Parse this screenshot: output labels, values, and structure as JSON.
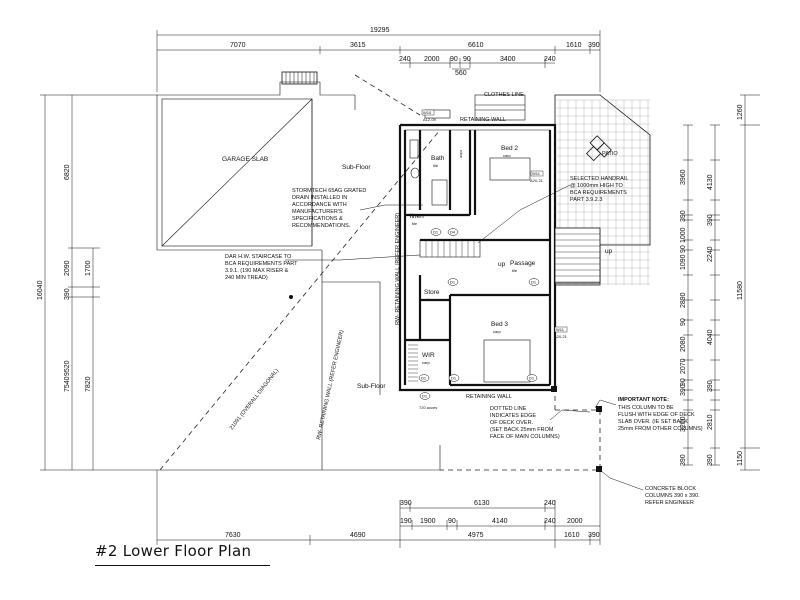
{
  "title": "#2 Lower Floor Plan",
  "top_dimensions": {
    "overall": "19295",
    "row2": [
      "7070",
      "3615",
      "6610",
      "1610",
      "390"
    ],
    "row3": [
      "240",
      "2000",
      "90",
      "90",
      "3400",
      "240"
    ],
    "row4": "560"
  },
  "bottom_dimensions": {
    "row1": [
      "390",
      "6130",
      "240"
    ],
    "row2": [
      "190",
      "1900",
      "90",
      "4140",
      "240",
      "2000"
    ],
    "row3": [
      "7630",
      "4690",
      "4975",
      "1610",
      "390"
    ]
  },
  "left_dimensions": {
    "overall": "16040",
    "outer": [
      "6820",
      "2090",
      "390",
      "9520"
    ],
    "inner": [
      "1700",
      "7540",
      "7820"
    ]
  },
  "right_dimensions": {
    "col1": [
      "3960",
      "390",
      "1000",
      "90",
      "1090",
      "2890",
      "90",
      "2080",
      "2070",
      "90",
      "390",
      "3200",
      "390"
    ],
    "col2": [
      "4130",
      "390",
      "2240",
      "4040",
      "390",
      "2810",
      "390"
    ],
    "col3": [
      "1260",
      "11580",
      "1150"
    ]
  },
  "rooms": {
    "garage_slab": "GARAGE SLAB",
    "subfloor_top": "Sub-Floor",
    "subfloor_bottom": "Sub-Floor",
    "bath": "Bath",
    "bath_finish": "tile",
    "robe": "robe",
    "bed2": "Bed 2",
    "bed2_finish": "carp",
    "bed3": "Bed 3",
    "bed3_finish": "carp",
    "linen": "linen",
    "linen_finish": "tile",
    "store": "Store",
    "store_finish": "tile",
    "wir": "WIR",
    "wir_finish": "carp",
    "passage": "Passage",
    "passage_finish": "tile",
    "up_stair": "up",
    "up_deck": "up",
    "patio": "PATIO",
    "clothes_line": "CLOTHES LINE"
  },
  "walls": {
    "retaining_top": "RETAINING WALL",
    "retaining_bottom": "RETAINING WALL",
    "rw_vertical": "RW- RETAINING WALL (REFER ENGINEER)",
    "rw_diagonal": "RW- RETAINING WALL (REFER ENGINEER)",
    "diagonal_overall": "21091 (OVERALL DIAGONAL)"
  },
  "notes": {
    "stormtech": [
      "STORMTECH 65AG GRATED",
      "DRAIN INSTALLED IN",
      "ACCORDANCE WITH",
      "MANUFACTURER'S",
      "SPECIFICATIONS &",
      "RECOMMENDATIONS."
    ],
    "staircase": [
      "DAR H.W. STAIRCASE TO",
      "BCA REQUIREMENTS PART",
      "3.9.1. (190 MAX RISER &",
      "240 MIN TREAD)"
    ],
    "handrail": [
      "SELECTED HANDRAIL",
      "@ 1000mm HIGH TO",
      "BCA REQUIREMENTS",
      "PART 3.9.2.3"
    ],
    "important_heading": "IMPORTANT NOTE:",
    "important": [
      "THIS COLUMN TO BE",
      "FLUSH WITH EDGE OF DECK",
      "SLAB OVER. (IE SET BACK",
      "25mm FROM OTHER COLUMNS)"
    ],
    "dotted": [
      "DOTTED LINE",
      "INDICATES EDGE",
      "OF DECK OVER.",
      "(SET BACK 25mm FROM",
      "FACE OF MAIN COLUMNS)"
    ],
    "concrete": [
      "CONCRETE BLOCK",
      "COLUMNS 390 x 390.",
      "REFER ENGINEER"
    ]
  },
  "tags": {
    "window_top": "W10",
    "window_top_size": "A12-09",
    "window_bed2": "W11",
    "window_bed2_size": "A20-21",
    "window_bed3": "W11",
    "window_bed3_size": "A20-21",
    "door_access": "720 acces",
    "circle_labels": [
      "D4",
      "D1",
      "D1",
      "D1",
      "D1",
      "D1",
      "D1",
      "D1"
    ]
  }
}
